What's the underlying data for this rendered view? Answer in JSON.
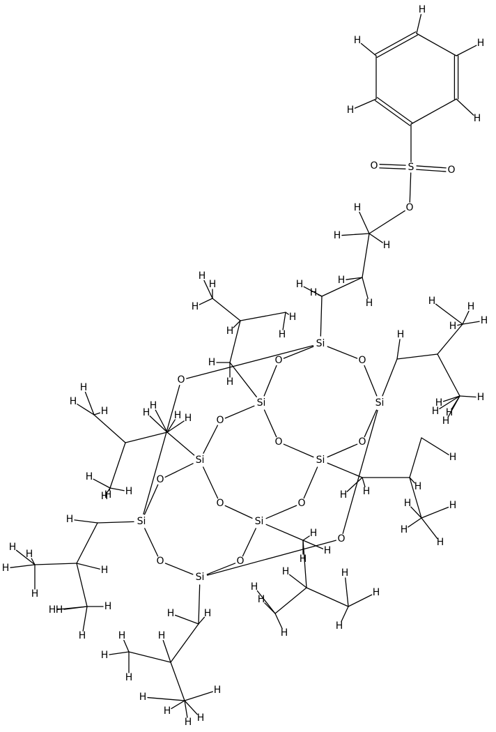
{
  "structure": {
    "atoms": [
      {
        "id": "c1",
        "label": ""
      },
      {
        "id": "c2",
        "label": ""
      },
      {
        "id": "c3",
        "label": ""
      },
      {
        "id": "c4",
        "label": ""
      },
      {
        "id": "c5",
        "label": ""
      },
      {
        "id": "c6",
        "label": ""
      },
      {
        "id": "s",
        "label": "S"
      },
      {
        "id": "o1",
        "label": "O"
      },
      {
        "id": "o2",
        "label": "O"
      },
      {
        "id": "o3",
        "label": "O"
      },
      {
        "id": "p1",
        "label": ""
      },
      {
        "id": "p2",
        "label": ""
      },
      {
        "id": "p3",
        "label": ""
      },
      {
        "id": "si1",
        "label": "Si"
      },
      {
        "id": "si2",
        "label": "Si"
      },
      {
        "id": "si3",
        "label": "Si"
      },
      {
        "id": "si4",
        "label": "Si"
      },
      {
        "id": "si5",
        "label": "Si"
      },
      {
        "id": "si6",
        "label": "Si"
      },
      {
        "id": "si7",
        "label": "Si"
      },
      {
        "id": "si8",
        "label": "Si"
      },
      {
        "id": "oa",
        "label": "O"
      },
      {
        "id": "ob",
        "label": "O"
      },
      {
        "id": "oc",
        "label": "O"
      },
      {
        "id": "od",
        "label": "O"
      },
      {
        "id": "oe",
        "label": "O"
      },
      {
        "id": "of",
        "label": "O"
      },
      {
        "id": "og",
        "label": "O"
      },
      {
        "id": "oh",
        "label": "O"
      },
      {
        "id": "oi",
        "label": "O"
      },
      {
        "id": "oj",
        "label": "O"
      },
      {
        "id": "ok",
        "label": "O"
      },
      {
        "id": "ol",
        "label": "O"
      },
      {
        "id": "a1",
        "label": ""
      },
      {
        "id": "a2",
        "label": ""
      },
      {
        "id": "a3",
        "label": ""
      },
      {
        "id": "a4",
        "label": ""
      },
      {
        "id": "b1",
        "label": ""
      },
      {
        "id": "b2",
        "label": ""
      },
      {
        "id": "b3",
        "label": ""
      },
      {
        "id": "b4",
        "label": ""
      },
      {
        "id": "d1",
        "label": ""
      },
      {
        "id": "d2",
        "label": ""
      },
      {
        "id": "d3",
        "label": ""
      },
      {
        "id": "d4",
        "label": ""
      },
      {
        "id": "e1",
        "label": ""
      },
      {
        "id": "e2",
        "label": ""
      },
      {
        "id": "e3",
        "label": ""
      },
      {
        "id": "e4",
        "label": ""
      },
      {
        "id": "f1",
        "label": ""
      },
      {
        "id": "f2",
        "label": ""
      },
      {
        "id": "f3",
        "label": ""
      },
      {
        "id": "f4",
        "label": ""
      },
      {
        "id": "g1",
        "label": ""
      },
      {
        "id": "g2",
        "label": ""
      },
      {
        "id": "g3",
        "label": ""
      },
      {
        "id": "g4",
        "label": ""
      },
      {
        "id": "i1",
        "label": ""
      },
      {
        "id": "i2",
        "label": ""
      },
      {
        "id": "i3",
        "label": ""
      },
      {
        "id": "i4",
        "label": ""
      }
    ],
    "hydrogen_label": "H"
  }
}
